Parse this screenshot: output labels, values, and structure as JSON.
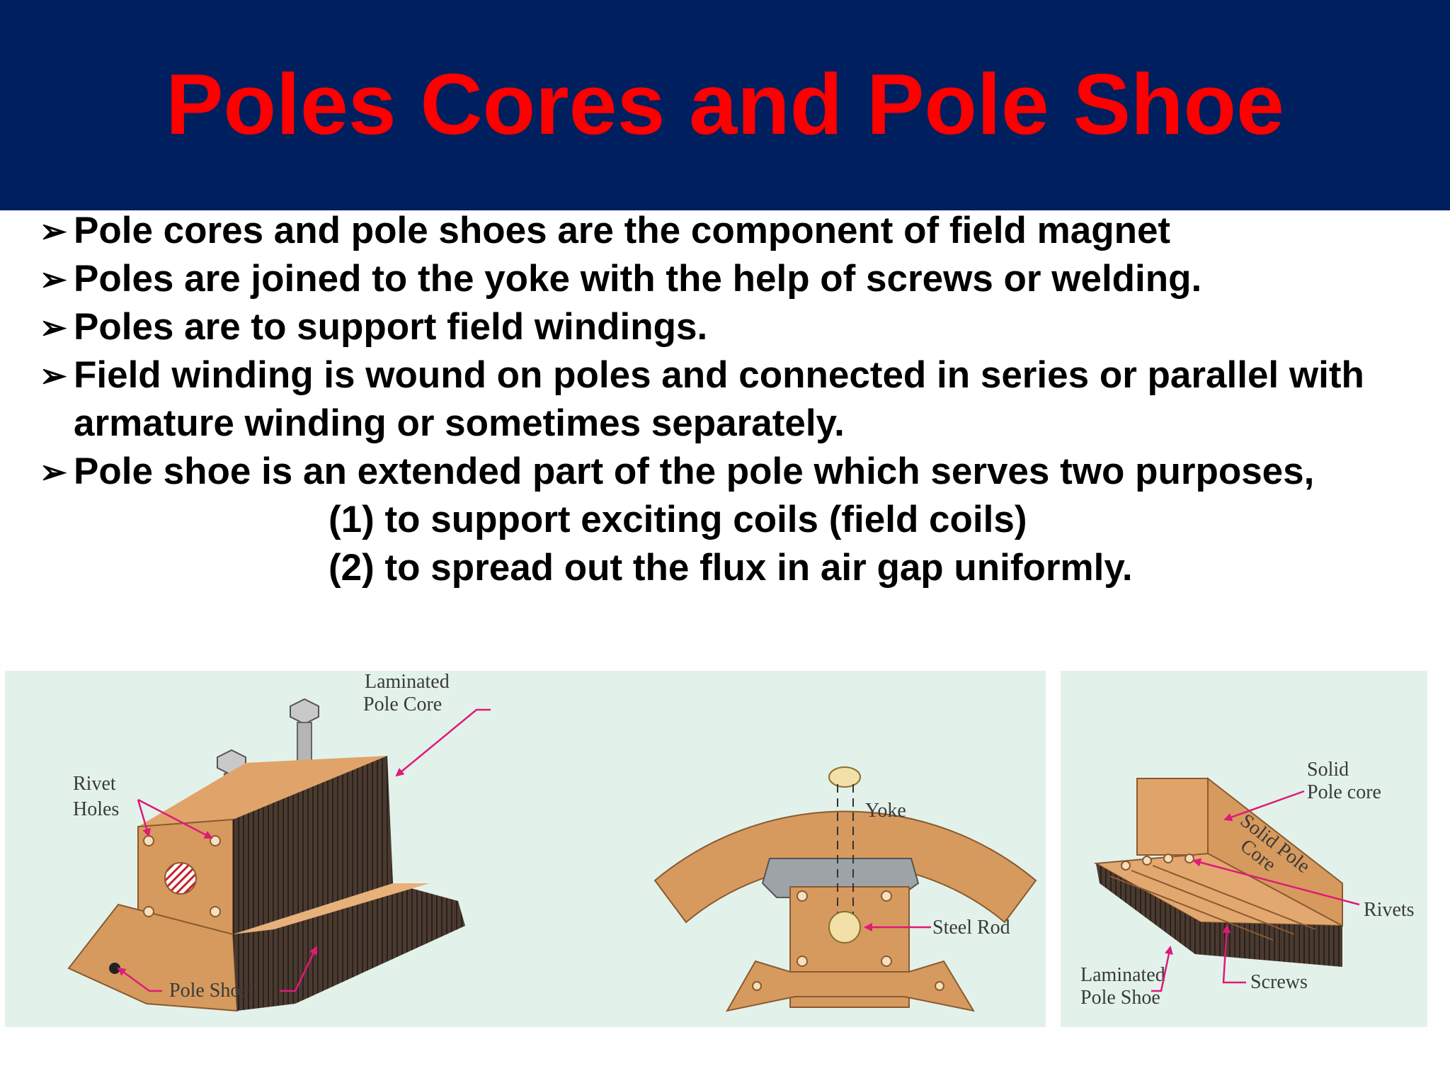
{
  "slide": {
    "title": "Poles Cores and Pole Shoe",
    "bullet_glyph": "➢",
    "bullets": [
      "Pole cores and pole shoes are the component of field magnet",
      "Poles are joined to the yoke with the help of screws or welding.",
      "Poles are to support field windings.",
      "Field winding is wound on poles and connected in series or parallel with armature winding or sometimes separately.",
      "Pole shoe is an extended part of the pole which serves two purposes,"
    ],
    "sub_points": [
      "(1) to support exciting coils (field coils)",
      "(2) to spread out the flux in air gap uniformly."
    ]
  },
  "figure_left": {
    "laminated_core_label_1": "Laminated",
    "laminated_core_label_2": "Pole Core",
    "rivet_label_1": "Rivet",
    "rivet_label_2": "Holes",
    "pole_shoe_label": "Pole Shoe",
    "yoke_label": "Yoke",
    "steel_rod_label": "Steel Rod"
  },
  "figure_right": {
    "solid_label_1": "Solid",
    "solid_label_2": "Pole core",
    "solid_pole_label_1": "Solid Pole",
    "solid_pole_label_2": "Core",
    "rivets_label": "Rivets",
    "screws_label": "Screws",
    "laminated_shoe_label_1": "Laminated",
    "laminated_shoe_label_2": "Pole Shoe"
  },
  "colors": {
    "header_bg": "#001f5f",
    "title": "#ff0000",
    "panel_bg": "#e2f2ea",
    "copper": "#d9a066",
    "copper_dark": "#b07a44",
    "pointer": "#e0197a"
  }
}
